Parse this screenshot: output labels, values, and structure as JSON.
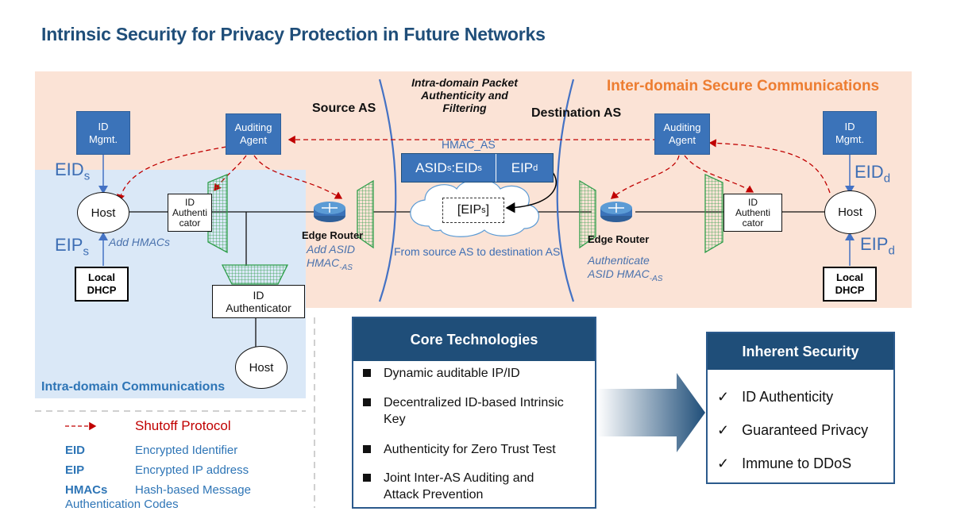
{
  "title": "Intrinsic Security for Privacy Protection in Future Networks",
  "regions": {
    "inter_domain": "Inter-domain Secure Communications",
    "intra_domain": "Intra-domain Communications",
    "source_as": "Source AS",
    "destination_as": "Destination AS"
  },
  "left": {
    "id_mgmt": "ID Mgmt.",
    "auditing_agent": "Auditing Agent",
    "eid": "EID",
    "eid_sub": "s",
    "eip": "EIP",
    "eip_sub": "s",
    "host": "Host",
    "id_authenticator": "ID Authenti cator",
    "add_hmacs": "Add HMACs",
    "local_dhcp": "Local DHCP",
    "id_authenticator2": "ID Authenticator",
    "host2": "Host"
  },
  "center": {
    "intra_domain_label": "Intra-domain Packet Authenticity and Filtering",
    "hmac_as": "HMAC_AS",
    "asid": "ASID",
    "asid_sub": "s",
    "eid_mid": ":EID",
    "eid_mid_sub": "s",
    "eip_d": "EIP",
    "eip_d_sub": "d",
    "eips_box": "[EIP",
    "eips_sub": "s",
    "eips_close": "]",
    "edge_router_src": "Edge Router",
    "add_asid_1": "Add ASID",
    "add_asid_2": "HMAC",
    "add_asid_sub": "-AS",
    "from_to": "From source AS to destination AS",
    "edge_router_dst": "Edge Router",
    "auth_1": "Authenticate",
    "auth_2": "ASID HMAC",
    "auth_sub": "-AS"
  },
  "right": {
    "auditing_agent": "Auditing Agent",
    "id_mgmt": "ID Mgmt.",
    "eid": "EID",
    "eid_sub": "d",
    "eip": "EIP",
    "eip_sub": "d",
    "host": "Host",
    "id_authenticator": "ID Authenti cator",
    "local_dhcp": "Local DHCP"
  },
  "core": {
    "heading": "Core Technologies",
    "items": [
      "Dynamic auditable IP/ID",
      "Decentralized ID-based Intrinsic Key",
      "Authenticity for Zero Trust Test",
      "Joint Inter-AS Auditing and Attack Prevention"
    ]
  },
  "inherent": {
    "heading": "Inherent Security",
    "items": [
      "ID Authenticity",
      "Guaranteed Privacy",
      "Immune to DDoS"
    ]
  },
  "legend": {
    "shutoff": "Shutoff Protocol",
    "rows": [
      {
        "key": "EID",
        "value": "Encrypted Identifier"
      },
      {
        "key": "EIP",
        "value": "Encrypted IP address"
      },
      {
        "key": "HMACs",
        "value": "Hash-based Message"
      }
    ],
    "hmac_cont": "Authentication Codes"
  },
  "colors": {
    "inter_bg": "#fbe3d6",
    "intra_bg": "#dae8f7",
    "accent_orange": "#ed7d31",
    "dark_blue": "#1f4e79",
    "box_blue": "#3b73b9",
    "shutoff_red": "#c00000",
    "filter_green": "#2e9e4a"
  }
}
